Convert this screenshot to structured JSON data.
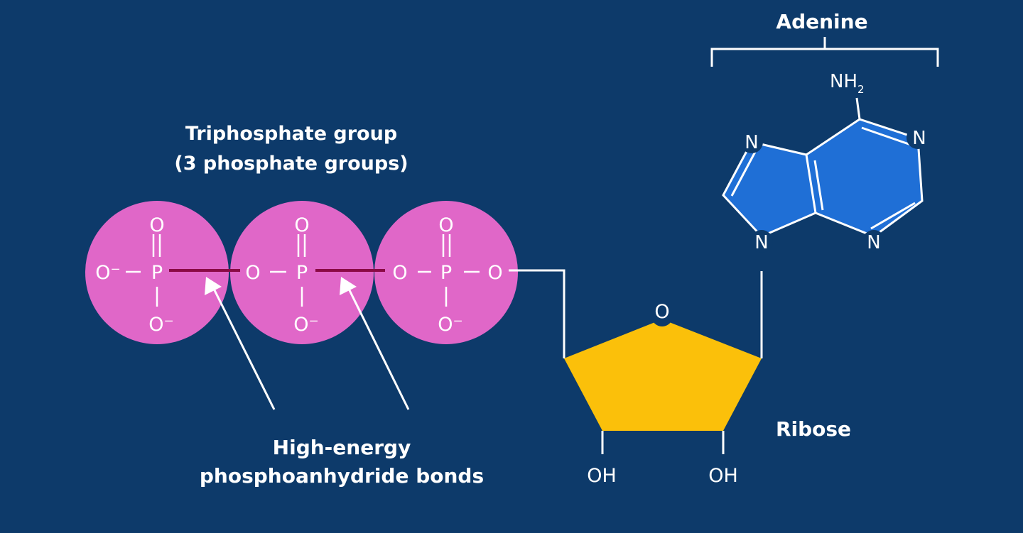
{
  "labels": {
    "adenine": "Adenine",
    "triphosphate_line1": "Triphosphate group",
    "triphosphate_line2": "(3 phosphate groups)",
    "high_energy_line1": "High-energy",
    "high_energy_line2": "phosphoanhydride bonds",
    "ribose": "Ribose"
  },
  "atoms": {
    "oxygen": "O",
    "oxide": "O⁻",
    "phosphorus": "P",
    "nitrogen": "N",
    "amine": "NH",
    "amine_sub": "2",
    "hydroxyl": "OH"
  },
  "colors": {
    "background": "#0d3a6a",
    "phosphate": "#e067c8",
    "ribose": "#fbc00a",
    "adenine": "#1f6fd6",
    "high_energy_bond": "#8a0a45"
  }
}
